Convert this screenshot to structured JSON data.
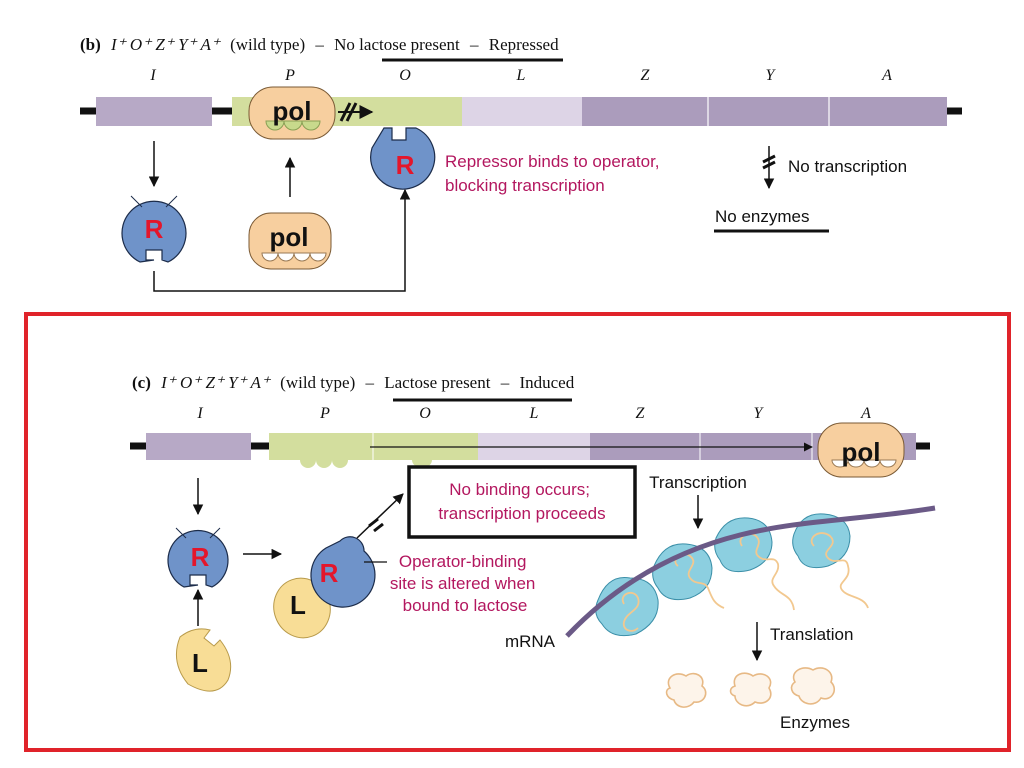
{
  "panel_b": {
    "title_letter": "(b)",
    "genotype": "I⁺ O⁺ Z⁺ Y⁺ A⁺",
    "wild_type": "(wild type)",
    "condition": "No lactose present",
    "state": "Repressed",
    "gene_labels": [
      "I",
      "P",
      "O",
      "L",
      "Z",
      "Y",
      "A"
    ],
    "repressor_letter": "R",
    "polymerase_label": "pol",
    "repressor_note": [
      "Repressor binds to operator,",
      "blocking transcription"
    ],
    "no_transcription": "No transcription",
    "no_enzymes": "No enzymes"
  },
  "panel_c": {
    "title_letter": "(c)",
    "genotype": "I⁺ O⁺ Z⁺ Y⁺ A⁺",
    "wild_type": "(wild type)",
    "condition": "Lactose present",
    "state": "Induced",
    "gene_labels": [
      "I",
      "P",
      "O",
      "L",
      "Z",
      "Y",
      "A"
    ],
    "repressor_letter": "R",
    "lactose_letter": "L",
    "polymerase_label": "pol",
    "no_binding_box": [
      "No binding occurs;",
      "transcription proceeds"
    ],
    "operator_note": [
      "Operator-binding",
      "site is altered when",
      "bound to lactose"
    ],
    "transcription": "Transcription",
    "translation": "Translation",
    "mrna": "mRNA",
    "enzymes": "Enzymes"
  },
  "colors": {
    "regulatory_gene": "#b7a9c6",
    "promoter": "#d3de9e",
    "operator": "#d3de9e",
    "lac_l": "#ddd4e6",
    "structural_genes": "#ab9cbc",
    "repressor": "#6f93c9",
    "polymerase": "#f7cf9f",
    "lactose": "#f8dd96",
    "ribosome": "#8ccfe0",
    "note_text": "#b3175f",
    "highlight_border": "#e0232a"
  }
}
